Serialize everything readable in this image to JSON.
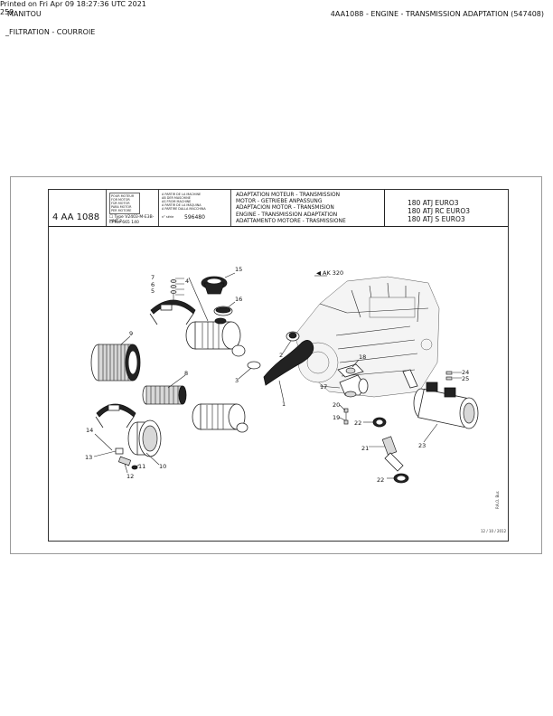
{
  "header": {
    "brand": "MANITOU",
    "doc_title": "4AA1088 - ENGINE - TRANSMISSION ADAPTATION (547408)",
    "section": "_FILTRATION  - COURROIE"
  },
  "footer": {
    "printed": "Printed on  Fri Apr 09 18:27:36 UTC 2021",
    "page_number": "259"
  },
  "title_block": {
    "code": "4 AA 1088",
    "lang_list": [
      "POUR MOTEUR",
      "FOR MOTOR",
      "FÜR MOTOR",
      "PARA MOTOR",
      "PER MOTORE"
    ],
    "type_label": "Type",
    "type_value": "V2403-M-E3B-MNT-2",
    "ref_label": "Ref",
    "ref_value": "665 140",
    "ref_list": [
      "A PARTIR DE LA MACHINE",
      "AB DER MASCHINE",
      "AS FROM MACHINE",
      "A PARTIR DE LA MÁQUINA",
      "A PARTIRE DALLA MACCHINA"
    ],
    "ref_type_label": "n° série",
    "ref_number": "596480",
    "adapt_lines": [
      "ADAPTATION MOTEUR - TRANSMISSION",
      "MOTOR - GETRIEBE ANPASSUNG",
      "ADAPTACION MOTOR - TRANSMISION",
      "ENGINE - TRANSMISSION ADAPTATION",
      "ADATTAMENTO MOTORE - TRASMISSIONE"
    ],
    "models": [
      "180 ATJ EURO3",
      "180 ATJ RC EURO3",
      "180 ATJ S EURO3"
    ]
  },
  "drawing": {
    "engine_ref": "AK 320",
    "callouts": [
      "1",
      "2",
      "3",
      "4",
      "5",
      "6",
      "7",
      "8",
      "9",
      "10",
      "11",
      "12",
      "13",
      "14",
      "15",
      "16",
      "17",
      "18",
      "19",
      "20",
      "21",
      "22",
      "22",
      "23",
      "24",
      "25"
    ],
    "date_stamp": "12 / 10 / 2012",
    "revision_stamp": "P.A.O. Bur."
  }
}
